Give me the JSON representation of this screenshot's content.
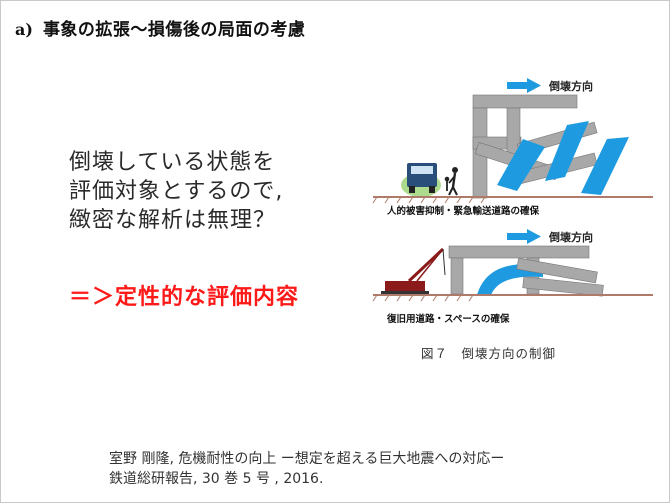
{
  "heading": {
    "label": "a)",
    "text": "事象の拡張～損傷後の局面の考慮"
  },
  "body": {
    "lines": [
      "倒壊している状態を",
      "評価対象とするので,",
      "緻密な解析は無理？"
    ]
  },
  "conclusion": "＝＞定性的な評価内容",
  "figure": {
    "top_direction_label": "倒壊方向",
    "top_caption": "人的被害抑制・緊急輸送道路の確保",
    "bottom_direction_label": "倒壊方向",
    "bottom_caption": "復旧用道路・スペースの確保",
    "caption": "図７　倒壊方向の制御",
    "colors": {
      "arrow": "#1e9be0",
      "slab": "#a8a8a8",
      "ground": "#b07a6a",
      "crane": "#8b1a1a"
    }
  },
  "citation": {
    "lines": [
      "室野 剛隆,  危機耐性の向上 ー想定を超える巨大地震への対応ー",
      "鉄道総研報告,  30 巻 5 号 ,  2016."
    ]
  }
}
